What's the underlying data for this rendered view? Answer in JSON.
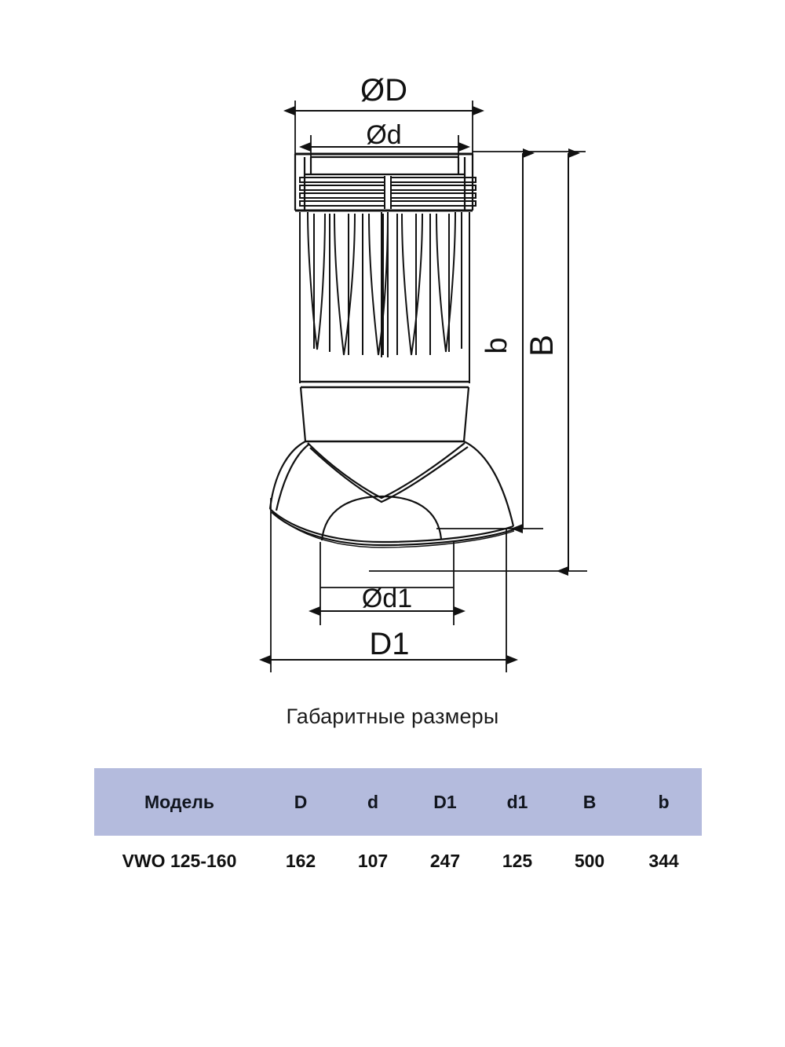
{
  "caption": "Габаритные размеры",
  "drawing": {
    "labels": {
      "outer_diameter": "ØD",
      "inner_diameter": "Ød",
      "base_outer_diameter": "D1",
      "base_inner_diameter": "Ød1",
      "total_height": "B",
      "body_height": "b"
    },
    "line_color": "#111111",
    "background": "#ffffff"
  },
  "table": {
    "header_color": "#b4bbdd",
    "headers": [
      "Модель",
      "D",
      "d",
      "D1",
      "d1",
      "B",
      "b"
    ],
    "rows": [
      {
        "model": "VWO 125-160",
        "D": "162",
        "d": "107",
        "D1": "247",
        "d1": "125",
        "B": "500",
        "b": "344"
      }
    ]
  }
}
